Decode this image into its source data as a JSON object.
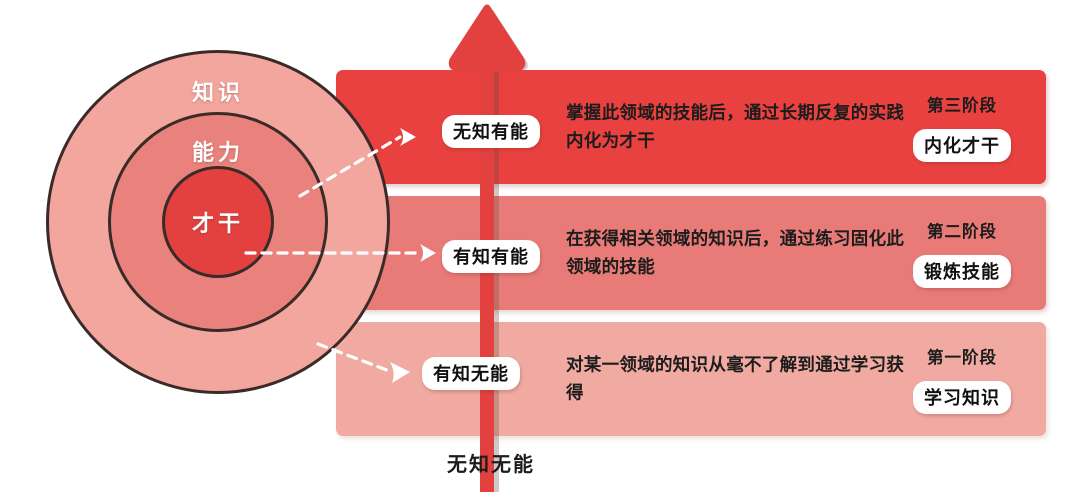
{
  "diagram": {
    "title": "学习四阶段图",
    "colors": {
      "stage3": "#e8413f",
      "stage2": "#e87b77",
      "stage1": "#f0aaa1",
      "ring_outer": "#f2a69d",
      "ring_mid": "#e9827c",
      "ring_inner": "#e2413f",
      "arrow": "#e2413f",
      "outline": "#3a2b28"
    }
  },
  "circles": {
    "outer_label": "知识",
    "mid_label": "能力",
    "inner_label": "才干"
  },
  "arrow": {
    "name": "upward-progress-arrow",
    "bottom_label": "无知无能"
  },
  "stages": [
    {
      "id": "stage-3",
      "connector_label": "无知有能",
      "description": "掌握此领域的技能后，通过长期反复的实践内化为才干",
      "stage_name": "第三阶段",
      "stage_action": "内化才干"
    },
    {
      "id": "stage-2",
      "connector_label": "有知有能",
      "description": "在获得相关领域的知识后，通过练习固化此领域的技能",
      "stage_name": "第二阶段",
      "stage_action": "锻炼技能"
    },
    {
      "id": "stage-1",
      "connector_label": "有知无能",
      "description": "对某一领域的知识从毫不了解到通过学习获得",
      "stage_name": "第一阶段",
      "stage_action": "学习知识"
    }
  ]
}
